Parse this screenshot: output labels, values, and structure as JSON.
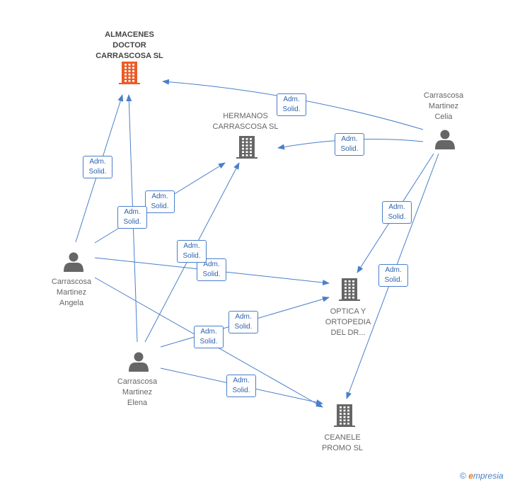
{
  "colors": {
    "edge": "#4a7fc9",
    "company_highlight": "#ee5a24",
    "company": "#666666",
    "person": "#666666"
  },
  "nodes": {
    "almacenes": {
      "label": "ALMACENES\nDOCTOR\nCARRASCOSA SL",
      "kind": "company",
      "icon": "building-icon"
    },
    "hermanos": {
      "label": "HERMANOS\nCARRASCOSA SL",
      "kind": "company",
      "icon": "building-icon"
    },
    "optica": {
      "label": "OPTICA Y\nORTOPEDIA\nDEL DR...",
      "kind": "company",
      "icon": "building-icon"
    },
    "ceanele": {
      "label": "CEANELE\nPROMO  SL",
      "kind": "company",
      "icon": "building-icon"
    },
    "celia": {
      "label": "Carrascosa\nMartinez\nCelia",
      "kind": "person",
      "icon": "person-icon"
    },
    "angela": {
      "label": "Carrascosa\nMartinez\nAngela",
      "kind": "person",
      "icon": "person-icon"
    },
    "elena": {
      "label": "Carrascosa\nMartinez\nElena",
      "kind": "person",
      "icon": "person-icon"
    }
  },
  "edges": [
    {
      "from": "celia",
      "to": "almacenes",
      "label": "Adm.\nSolid."
    },
    {
      "from": "celia",
      "to": "hermanos",
      "label": "Adm.\nSolid."
    },
    {
      "from": "celia",
      "to": "optica",
      "label": "Adm.\nSolid."
    },
    {
      "from": "celia",
      "to": "ceanele",
      "label": "Adm.\nSolid."
    },
    {
      "from": "angela",
      "to": "almacenes",
      "label": "Adm.\nSolid."
    },
    {
      "from": "angela",
      "to": "hermanos",
      "label": "Adm.\nSolid."
    },
    {
      "from": "angela",
      "to": "optica",
      "label": "Adm.\nSolid."
    },
    {
      "from": "angela",
      "to": "ceanele",
      "label": "Adm.\nSolid."
    },
    {
      "from": "elena",
      "to": "almacenes",
      "label": "Adm.\nSolid."
    },
    {
      "from": "elena",
      "to": "hermanos",
      "label": "Adm.\nSolid."
    },
    {
      "from": "elena",
      "to": "optica",
      "label": "Adm.\nSolid."
    },
    {
      "from": "elena",
      "to": "ceanele",
      "label": "Adm.\nSolid."
    }
  ],
  "watermark": {
    "symbol": "©",
    "logo_letter": "e",
    "brand": "mpresia"
  }
}
